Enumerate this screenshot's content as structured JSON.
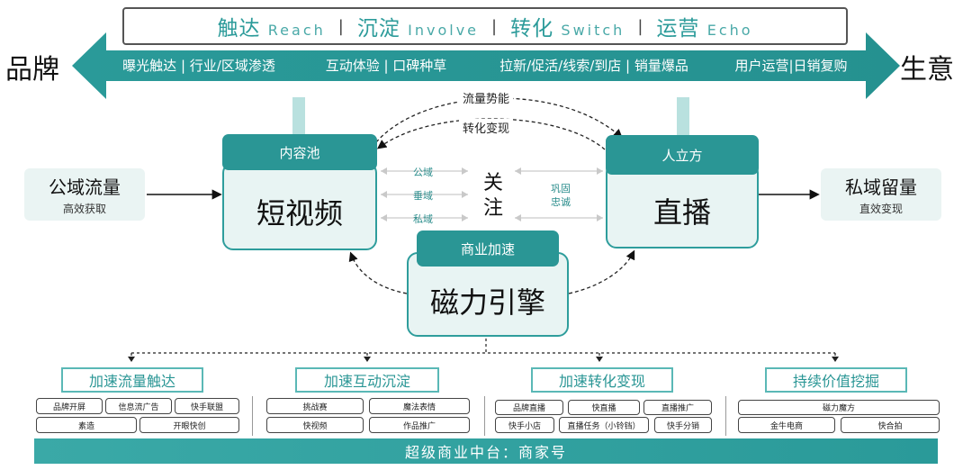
{
  "top_banner": {
    "items": [
      {
        "cn": "触达",
        "en": "Reach"
      },
      {
        "cn": "沉淀",
        "en": "Involve"
      },
      {
        "cn": "转化",
        "en": "Switch"
      },
      {
        "cn": "运营",
        "en": "Echo"
      }
    ],
    "separator": "|"
  },
  "arrow_band": {
    "left_label": "品牌",
    "right_label": "生意",
    "segments": [
      "曝光触达 | 行业/区域渗透",
      "互动体验 | 口碑种草",
      "拉新/促活/线索/到店 | 销量爆品",
      "用户运营|日销复购"
    ]
  },
  "flow": {
    "top_arc_labels": [
      "流量势能",
      "转化变现"
    ],
    "public_traffic": {
      "title": "公域流量",
      "subtitle": "高效获取"
    },
    "private_traffic": {
      "title": "私域留量",
      "subtitle": "直效变现"
    },
    "content_pool": {
      "tab": "内容池",
      "label": "短视频"
    },
    "live": {
      "tab": "人立方",
      "label": "直播"
    },
    "engine": {
      "tab": "商业加速",
      "label": "磁力引擎"
    },
    "center": {
      "guanzhu": "关\n注",
      "left_items": [
        "公域",
        "垂域",
        "私域"
      ],
      "right_items": [
        "巩固",
        "忠诚"
      ]
    }
  },
  "categories": [
    {
      "title": "加速流量触达",
      "rows": [
        [
          "品牌开屏",
          "信息流广告",
          "快手联盟"
        ],
        [
          "素造",
          "开眼快创"
        ]
      ]
    },
    {
      "title": "加速互动沉淀",
      "rows": [
        [
          "挑战赛",
          "魔法表情"
        ],
        [
          "快视频",
          "作品推广"
        ]
      ]
    },
    {
      "title": "加速转化变现",
      "rows": [
        [
          "品牌直播",
          "快直播",
          "直播推广"
        ],
        [
          "快手小店",
          "直播任务（小铃铛）",
          "快手分销"
        ]
      ]
    },
    {
      "title": "持续价值挖掘",
      "rows": [
        [
          "磁力魔方"
        ],
        [
          "金牛电商",
          "快合拍"
        ]
      ]
    }
  ],
  "bottom_bar": {
    "label": "超级商业中台：商家号"
  },
  "colors": {
    "teal_dark": "#2a9695",
    "teal_light": "#b9e1df",
    "box_fill": "#e8f4f3"
  }
}
